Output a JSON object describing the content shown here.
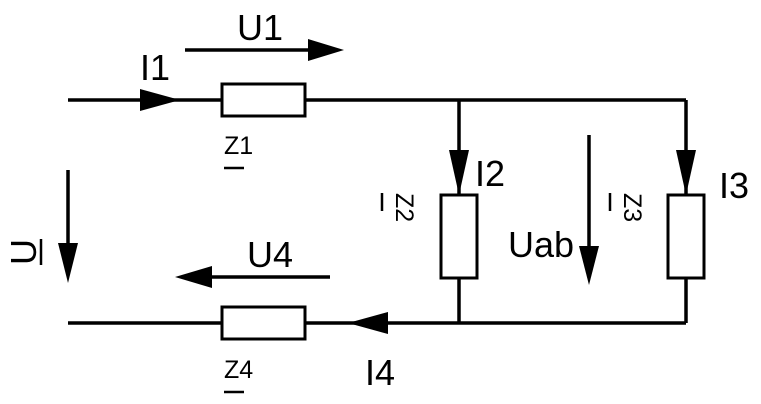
{
  "labels": {
    "U": "U",
    "U1": "U1",
    "U4": "U4",
    "Uab": "Uab",
    "I1": "I1",
    "I2": "I2",
    "I3": "I3",
    "I4": "I4",
    "Z1": "Z1",
    "Z2": "Z2",
    "Z3": "Z3",
    "Z4": "Z4"
  },
  "colors": {
    "line": "#000000",
    "background": "#ffffff"
  }
}
